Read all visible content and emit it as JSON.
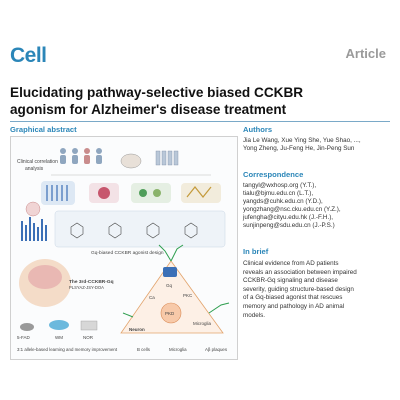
{
  "header": {
    "journal": "Cell",
    "article_type": "Article"
  },
  "title": {
    "line1": "Elucidating pathway-selective biased CCKBR",
    "line2": "agonism for Alzheimer's disease treatment"
  },
  "graphical_abstract": {
    "heading": "Graphical abstract",
    "labels": {
      "clinical": "Clinical correlation",
      "analysis": "analysis",
      "gq_structure": "Gq-biased CCKBR agonist design",
      "agonist_line1": "The 3rd-CCKBR-Gq",
      "agonist_line2": "PLSYAZ-JSY-DOA",
      "model": "5-FAD",
      "test1": "WM",
      "test2": "NOR",
      "outcome": "3:1 allele-based learning and memory improvement",
      "b1": "B cells",
      "b2": "Microglia",
      "b3": "Aβ plaques",
      "neuron": "Neuron",
      "pkc": "PKC",
      "pkd": "PKD",
      "gq": "Gq",
      "ca": "Ca",
      "microglia": "Microglia"
    }
  },
  "authors": {
    "heading": "Authors",
    "lines": [
      "Jia Le Wang, Xue Ying She, Yue Shao, ...,",
      "Yong Zheng, Ju-Feng He, Jin-Peng Sun"
    ]
  },
  "correspondence": {
    "heading": "Correspondence",
    "lines": [
      "tangyl@wxhosp.org (Y.T.),",
      "tialu@bjmu.edu.cn (L.T.),",
      "yangds@cuhk.edu.cn (Y.D.),",
      "yongzhang@nsc.cku.edu.cn (Y.Z.),",
      "jufengha@cityu.edu.hk (J.-F.H.),",
      "sunjinpeng@sdu.edu.cn (J.-P.S.)"
    ]
  },
  "in_brief": {
    "heading": "In brief",
    "lines": [
      "Clinical evidence from AD patients",
      "reveals an association between impaired",
      "CCKBR-Gq signaling and disease",
      "severity, guiding structure-based design",
      "of a Gq-biased agonist that rescues",
      "memory and pathology in AD animal",
      "models."
    ]
  },
  "colors": {
    "brand_blue": "#2b86b8",
    "heading_blue": "#2b86b8",
    "rule": "#7aa9c8",
    "neuron_green": "#2e9e4f",
    "receptor_blue": "#3b6fb6",
    "plaque_red": "#d9534f"
  }
}
